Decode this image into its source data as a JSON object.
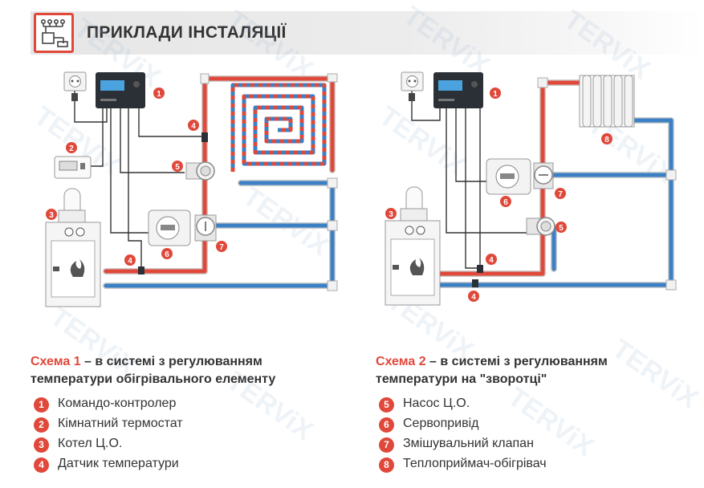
{
  "header": {
    "title": "ПРИКЛАДИ ІНСТАЛЯЦІЇ"
  },
  "watermark": {
    "text": "TERViX"
  },
  "scheme1": {
    "caption_num": "Схема 1",
    "caption_rest": " – в системі з регулюванням",
    "caption_line2": "температури обігрівального елементу"
  },
  "scheme2": {
    "caption_num": "Схема 2",
    "caption_rest": " – в системі з регулюванням",
    "caption_line2": "температури на \"зворотці\""
  },
  "legend_left": [
    {
      "num": "1",
      "label": "Командо-контролер"
    },
    {
      "num": "2",
      "label": "Кімнатний термостат"
    },
    {
      "num": "3",
      "label": "Котел Ц.О."
    },
    {
      "num": "4",
      "label": "Датчик температури"
    }
  ],
  "legend_right": [
    {
      "num": "5",
      "label": "Насос Ц.О."
    },
    {
      "num": "6",
      "label": "Сервопривід"
    },
    {
      "num": "7",
      "label": "Змішувальний клапан"
    },
    {
      "num": "8",
      "label": "Теплоприймач-обігрівач"
    }
  ],
  "colors": {
    "accent": "#e0483a",
    "hot_pipe": "#e0483a",
    "cold_pipe": "#3b7fc4",
    "device_dark": "#2b2f36",
    "display": "#4aa3df",
    "text": "#333333"
  }
}
